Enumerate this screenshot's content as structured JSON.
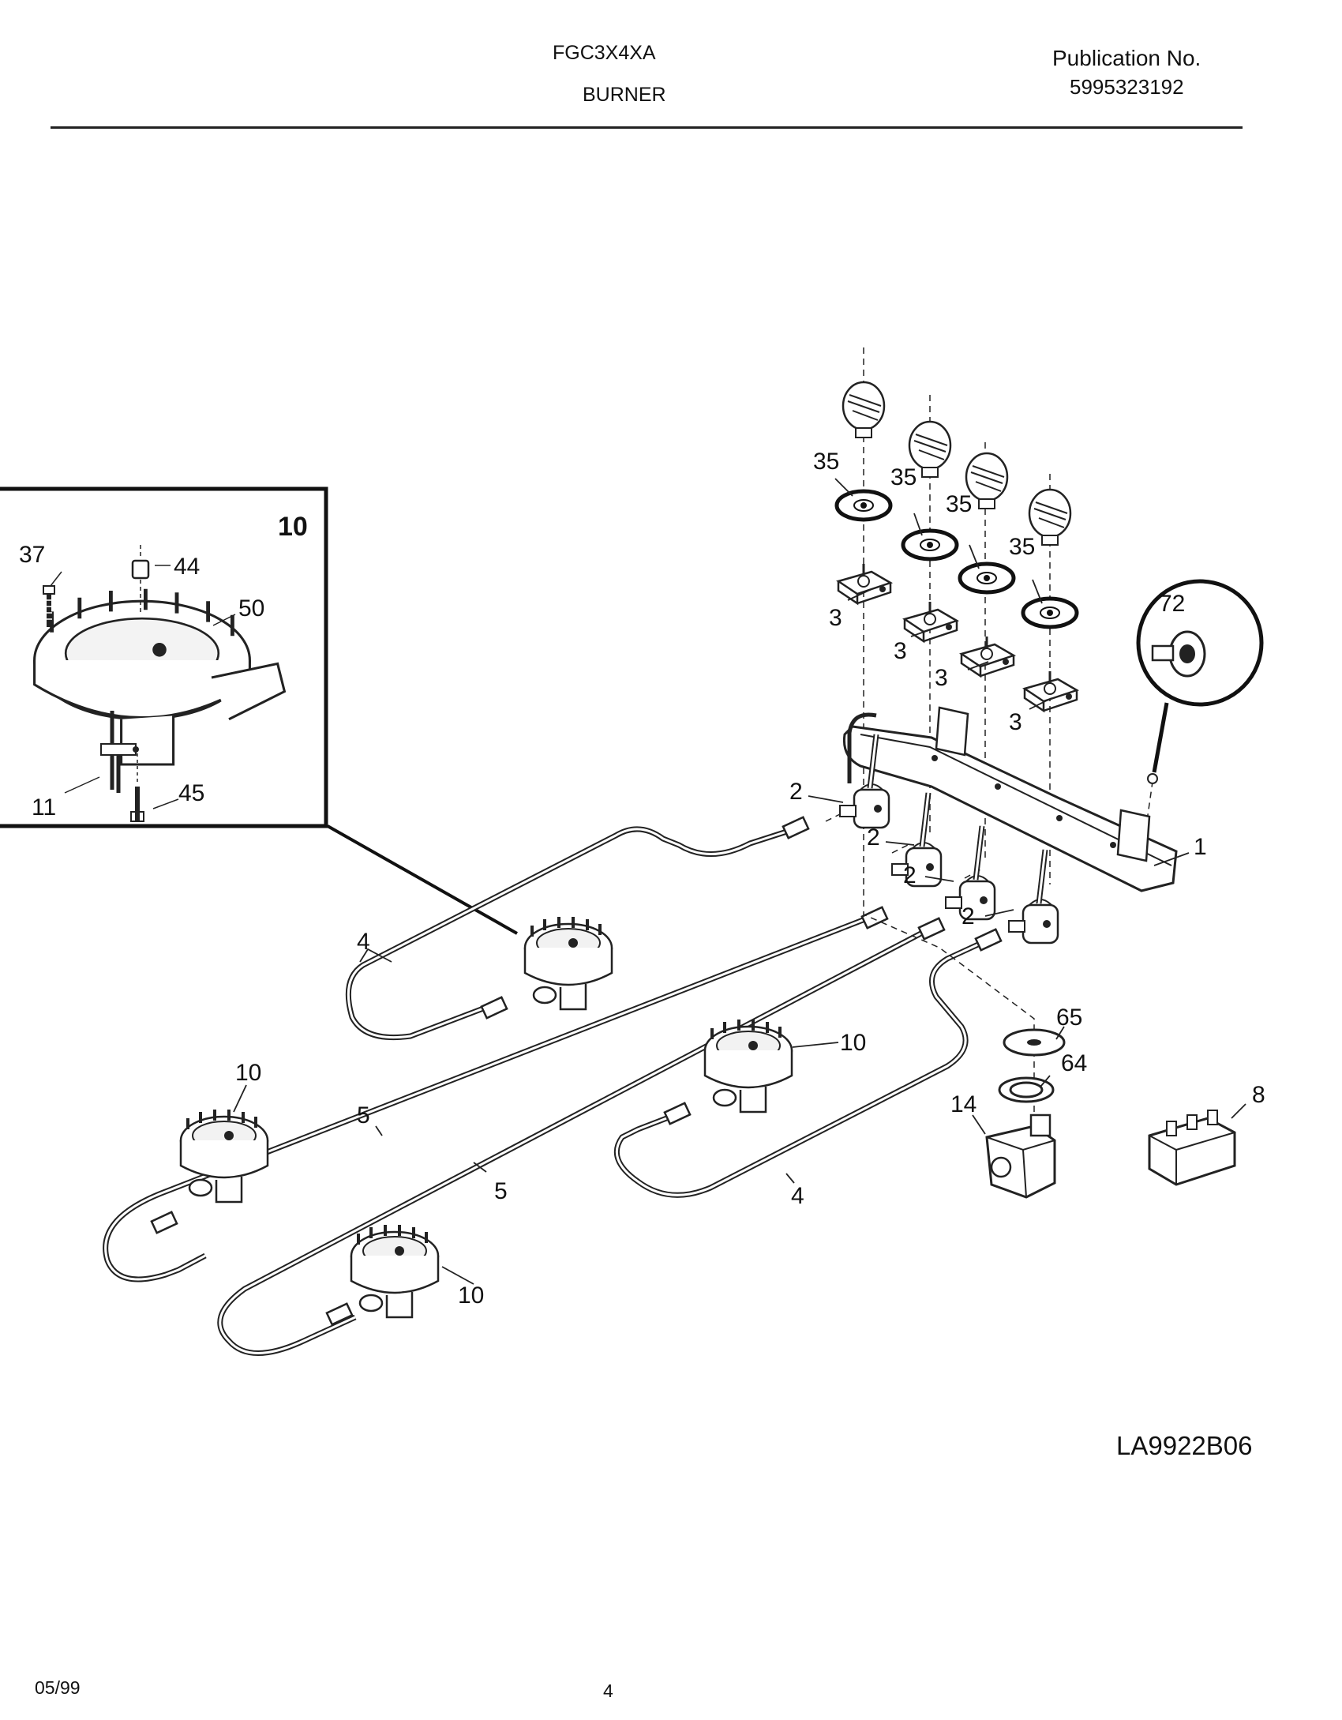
{
  "header": {
    "model": "FGC3X4XA",
    "section": "BURNER",
    "publication_label": "Publication No.",
    "publication_number": "5995323192"
  },
  "inset": {
    "title": "10",
    "callouts": [
      "37",
      "44",
      "50",
      "11",
      "45"
    ]
  },
  "callouts": {
    "knob_seal": "35",
    "switch": "3",
    "valve": "2",
    "manifold": "1",
    "screw_detail": "72",
    "tube_short": "4",
    "tube_long": "5",
    "burner": "10",
    "gasket_a": "65",
    "gasket_b": "64",
    "regulator": "14",
    "spark_module": "8"
  },
  "footer": {
    "drawing_code": "LA9922B06",
    "date": "05/99",
    "page": "4"
  }
}
